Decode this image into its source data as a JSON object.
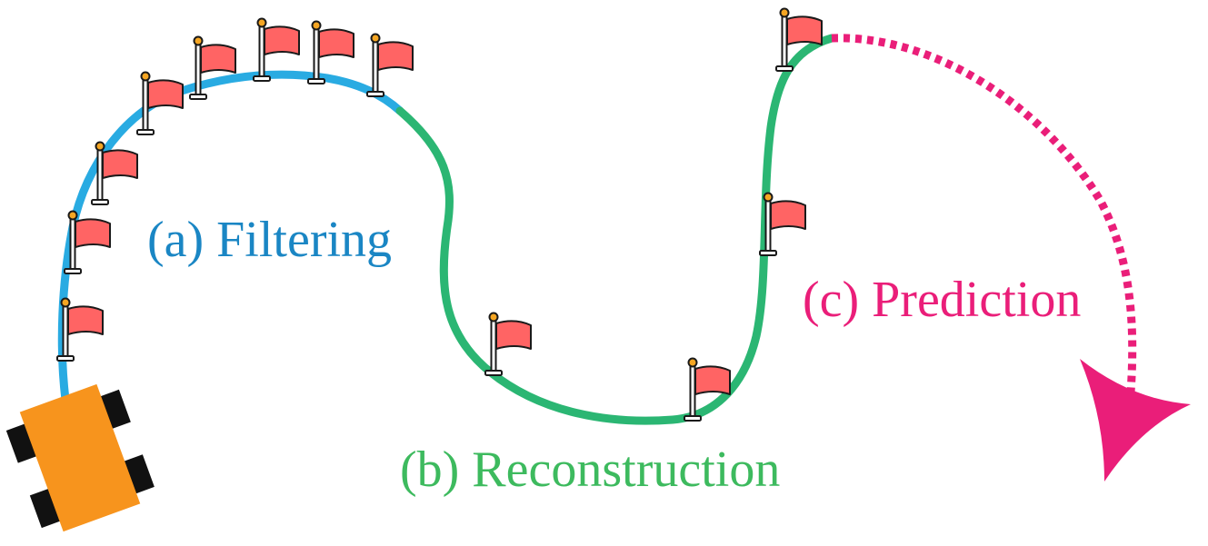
{
  "labels": {
    "filtering": "(a) Filtering",
    "reconstruction": "(b) Reconstruction",
    "prediction": "(c) Prediction"
  },
  "colors": {
    "filtering": "#29abe2",
    "filtering_text": "#1a86c4",
    "reconstruction": "#2bb673",
    "reconstruction_text": "#3dba5e",
    "prediction": "#ea1e79",
    "flag": "#ff6464",
    "flag_outline": "#1a1a1a",
    "flag_pole": "#ffffff",
    "flag_knob": "#f5a623",
    "car_body": "#f7941d",
    "car_wheel": "#111111"
  },
  "icons": {
    "vehicle": "car-icon",
    "checkpoint": "flag-icon",
    "prediction_head": "arrowhead-icon"
  }
}
